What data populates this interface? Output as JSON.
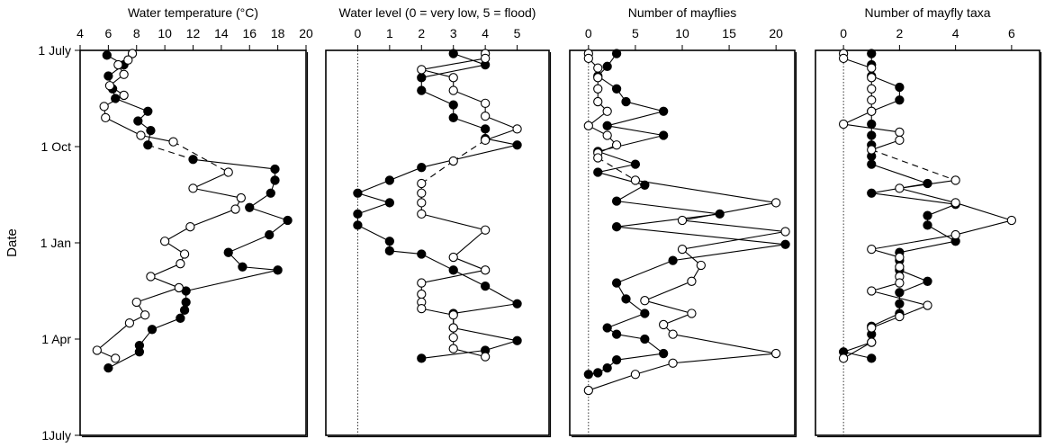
{
  "y_axis": {
    "label": "Date",
    "ticks": [
      {
        "label": "1 July",
        "value": 0
      },
      {
        "label": "1 Oct",
        "value": 3
      },
      {
        "label": "1 Jan",
        "value": 6
      },
      {
        "label": "1 Apr",
        "value": 9
      },
      {
        "label": "1July",
        "value": 12
      }
    ]
  },
  "chart_data": [
    {
      "type": "line",
      "title": "Water temperature (°C)",
      "xlim": [
        4,
        20
      ],
      "xticks": [
        4,
        6,
        8,
        10,
        12,
        14,
        16,
        18,
        20
      ],
      "ylim": [
        0,
        12
      ],
      "series": [
        {
          "marker": "filled",
          "points": [
            [
              5.9,
              0.15
            ],
            [
              7.1,
              0.45
            ],
            [
              6,
              0.8
            ],
            [
              6.3,
              1.2
            ],
            [
              6.5,
              1.5
            ],
            [
              8.8,
              1.9
            ],
            [
              8.1,
              2.2
            ],
            [
              9,
              2.5
            ],
            [
              8.8,
              2.95
            ],
            [
              12,
              3.4
            ],
            [
              17.8,
              3.7
            ],
            [
              17.8,
              4.05
            ],
            [
              17.5,
              4.45
            ],
            [
              16,
              4.9
            ],
            [
              18.7,
              5.3
            ],
            [
              17.4,
              5.75
            ],
            [
              14.5,
              6.3
            ],
            [
              15.5,
              6.75
            ],
            [
              18,
              6.85
            ],
            [
              11.5,
              7.5
            ],
            [
              11.5,
              7.85
            ],
            [
              11.4,
              8.1
            ],
            [
              11.1,
              8.35
            ],
            [
              9.1,
              8.7
            ],
            [
              8.2,
              9.2
            ],
            [
              8.2,
              9.4
            ],
            [
              6,
              9.9
            ]
          ],
          "breaks": [
            [
              8.8,
              2.95
            ],
            [
              12,
              3.4
            ]
          ]
        },
        {
          "marker": "open",
          "points": [
            [
              7.7,
              0.1
            ],
            [
              7.4,
              0.3
            ],
            [
              6.7,
              0.45
            ],
            [
              7.1,
              0.75
            ],
            [
              6.1,
              1.1
            ],
            [
              7.1,
              1.4
            ],
            [
              5.7,
              1.75
            ],
            [
              5.8,
              2.1
            ],
            [
              8.3,
              2.65
            ],
            [
              10.6,
              2.85
            ],
            [
              14.5,
              3.8
            ],
            [
              12,
              4.3
            ],
            [
              15.4,
              4.6
            ],
            [
              15,
              4.95
            ],
            [
              11.8,
              5.5
            ],
            [
              10,
              5.95
            ],
            [
              11.4,
              6.35
            ],
            [
              11.1,
              6.65
            ],
            [
              9,
              7.05
            ],
            [
              11,
              7.4
            ],
            [
              8,
              7.85
            ],
            [
              8.6,
              8.25
            ],
            [
              7.5,
              8.5
            ],
            [
              5.2,
              9.35
            ],
            [
              6.5,
              9.6
            ]
          ],
          "dashed_segments": [
            [
              [
                10.6,
                2.85
              ],
              [
                14.5,
                3.8
              ]
            ]
          ]
        }
      ]
    },
    {
      "type": "line",
      "title": "Water level (0 = very low, 5 = flood)",
      "xlim": [
        -1,
        6
      ],
      "xticks": [
        0,
        1,
        2,
        3,
        4,
        5
      ],
      "ylim": [
        0,
        12
      ],
      "series": [
        {
          "marker": "filled",
          "points": [
            [
              3,
              0.1
            ],
            [
              4,
              0.45
            ],
            [
              2,
              0.85
            ],
            [
              2,
              1.25
            ],
            [
              3,
              1.7
            ],
            [
              3,
              2.1
            ],
            [
              4,
              2.45
            ],
            [
              4,
              2.75
            ],
            [
              5,
              2.95
            ],
            [
              2,
              3.65
            ],
            [
              1,
              4.05
            ],
            [
              0,
              4.45
            ],
            [
              1,
              4.75
            ],
            [
              0,
              5.1
            ],
            [
              0,
              5.45
            ],
            [
              1,
              5.95
            ],
            [
              1,
              6.25
            ],
            [
              2,
              6.35
            ],
            [
              3,
              6.85
            ],
            [
              4,
              7.35
            ],
            [
              5,
              7.9
            ],
            [
              3,
              8.2
            ],
            [
              3,
              8.65
            ],
            [
              5,
              9.05
            ],
            [
              4,
              9.35
            ],
            [
              2,
              9.6
            ]
          ]
        },
        {
          "marker": "open",
          "points": [
            [
              4,
              0.1
            ],
            [
              4,
              0.25
            ],
            [
              2,
              0.6
            ],
            [
              3,
              0.85
            ],
            [
              3,
              1.25
            ],
            [
              4,
              1.65
            ],
            [
              4,
              2.05
            ],
            [
              5,
              2.45
            ],
            [
              4,
              2.8
            ],
            [
              3,
              3.45
            ],
            [
              2,
              4.15
            ],
            [
              2,
              4.45
            ],
            [
              2,
              4.75
            ],
            [
              2,
              5.1
            ],
            [
              4,
              5.6
            ],
            [
              3,
              6.45
            ],
            [
              4,
              6.85
            ],
            [
              2,
              7.25
            ],
            [
              2,
              7.6
            ],
            [
              2,
              7.85
            ],
            [
              2,
              8.05
            ],
            [
              3,
              8.25
            ],
            [
              3,
              8.65
            ],
            [
              3,
              8.95
            ],
            [
              3,
              9.3
            ],
            [
              4,
              9.55
            ]
          ],
          "dashed_segments": [
            [
              [
                4,
                2.8
              ],
              [
                3,
                3.45
              ],
              [
                2,
                4.15
              ]
            ]
          ]
        }
      ]
    },
    {
      "type": "line",
      "title": "Number of mayflies",
      "xlim": [
        -2,
        22
      ],
      "xticks": [
        0,
        5,
        10,
        15,
        20
      ],
      "ylim": [
        0,
        12
      ],
      "series": [
        {
          "marker": "filled",
          "points": [
            [
              3,
              0.1
            ],
            [
              2,
              0.5
            ],
            [
              1,
              0.8
            ],
            [
              3,
              1.2
            ],
            [
              4,
              1.6
            ],
            [
              8,
              1.9
            ],
            [
              2,
              2.35
            ],
            [
              8,
              2.65
            ],
            [
              1,
              3.15
            ],
            [
              5,
              3.55
            ],
            [
              1,
              3.8
            ],
            [
              6,
              4.2
            ],
            [
              3,
              4.7
            ],
            [
              14,
              5.1
            ],
            [
              3,
              5.5
            ],
            [
              21,
              6.05
            ],
            [
              9,
              6.55
            ],
            [
              3,
              7.25
            ],
            [
              4,
              7.75
            ],
            [
              6,
              8.2
            ],
            [
              2,
              8.65
            ],
            [
              3,
              8.85
            ],
            [
              6,
              9
            ],
            [
              8,
              9.45
            ],
            [
              3,
              9.65
            ],
            [
              2,
              9.9
            ],
            [
              1,
              10.05
            ],
            [
              0,
              10.1
            ]
          ]
        },
        {
          "marker": "open",
          "points": [
            [
              0,
              0.1
            ],
            [
              0,
              0.25
            ],
            [
              1,
              0.55
            ],
            [
              1,
              0.85
            ],
            [
              1,
              1.2
            ],
            [
              1,
              1.6
            ],
            [
              2,
              1.9
            ],
            [
              0,
              2.35
            ],
            [
              2,
              2.65
            ],
            [
              3,
              2.95
            ],
            [
              1,
              3.2
            ],
            [
              1,
              3.35
            ],
            [
              5,
              4.05
            ],
            [
              20,
              4.75
            ],
            [
              10,
              5.3
            ],
            [
              21,
              5.65
            ],
            [
              10,
              6.2
            ],
            [
              12,
              6.7
            ],
            [
              11,
              7.2
            ],
            [
              6,
              7.8
            ],
            [
              11,
              8.2
            ],
            [
              8,
              8.55
            ],
            [
              9,
              8.85
            ],
            [
              20,
              9.45
            ],
            [
              9,
              9.75
            ],
            [
              5,
              10.1
            ],
            [
              0,
              10.6
            ]
          ],
          "dashed_segments": [
            [
              [
                1,
                3.35
              ],
              [
                5,
                4.05
              ]
            ]
          ]
        }
      ]
    },
    {
      "type": "line",
      "title": "Number of mayfly taxa",
      "xlim": [
        -1,
        7
      ],
      "xticks": [
        0,
        2,
        4,
        6
      ],
      "ylim": [
        0,
        12
      ],
      "series": [
        {
          "marker": "filled",
          "points": [
            [
              1,
              0.1
            ],
            [
              1,
              0.45
            ],
            [
              1,
              0.8
            ],
            [
              2,
              1.15
            ],
            [
              2,
              1.55
            ],
            [
              1,
              1.9
            ],
            [
              1,
              2.3
            ],
            [
              1,
              2.65
            ],
            [
              1,
              2.95
            ],
            [
              1,
              3.3
            ],
            [
              1,
              3.55
            ],
            [
              3,
              4.15
            ],
            [
              1,
              4.45
            ],
            [
              4,
              4.8
            ],
            [
              3,
              5.15
            ],
            [
              3,
              5.45
            ],
            [
              4,
              5.95
            ],
            [
              2,
              6.3
            ],
            [
              2,
              6.55
            ],
            [
              2,
              6.85
            ],
            [
              3,
              7.2
            ],
            [
              2,
              7.55
            ],
            [
              2,
              7.9
            ],
            [
              2,
              8.2
            ],
            [
              1,
              8.6
            ],
            [
              1,
              8.85
            ],
            [
              1,
              9.1
            ],
            [
              0,
              9.4
            ],
            [
              1,
              9.6
            ]
          ],
          "breaks": [
            [
              1,
              3.55
            ],
            [
              1,
              3.55
            ]
          ]
        },
        {
          "marker": "open",
          "points": [
            [
              0,
              0.1
            ],
            [
              0,
              0.25
            ],
            [
              1,
              0.55
            ],
            [
              1,
              0.85
            ],
            [
              1,
              1.2
            ],
            [
              1,
              1.55
            ],
            [
              1,
              1.9
            ],
            [
              0,
              2.3
            ],
            [
              2,
              2.55
            ],
            [
              2,
              2.8
            ],
            [
              1,
              3.1
            ],
            [
              4,
              4.05
            ],
            [
              2,
              4.3
            ],
            [
              4,
              4.75
            ],
            [
              6,
              5.3
            ],
            [
              4,
              5.75
            ],
            [
              1,
              6.2
            ],
            [
              2,
              6.45
            ],
            [
              2,
              6.75
            ],
            [
              2,
              7.05
            ],
            [
              2,
              7.25
            ],
            [
              1,
              7.5
            ],
            [
              3,
              7.95
            ],
            [
              2,
              8.3
            ],
            [
              1,
              8.65
            ],
            [
              1,
              9.1
            ],
            [
              0,
              9.6
            ]
          ],
          "dashed_segments": [
            [
              [
                1,
                3.1
              ],
              [
                4,
                4.05
              ]
            ]
          ]
        }
      ]
    }
  ]
}
